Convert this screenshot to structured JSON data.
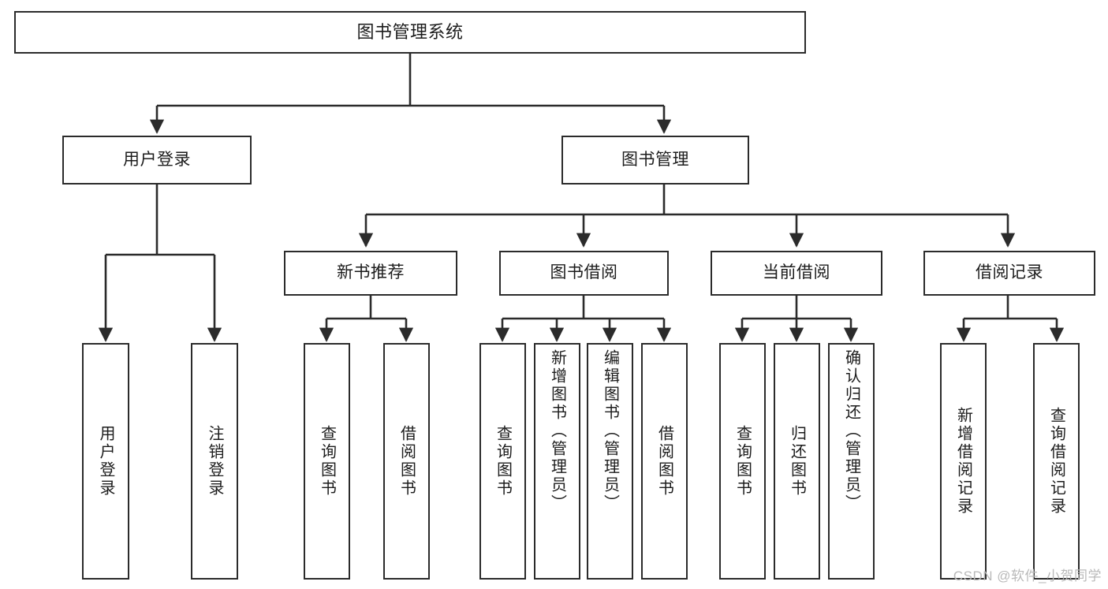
{
  "diagram": {
    "title": "图书管理系统",
    "type": "tree-hierarchy",
    "orientation": "top-down",
    "edge_color": "#2b2b2b",
    "box_border_color": "#2b2b2b",
    "box_fill_color": "#ffffff",
    "text_color": "#1c1c1c"
  },
  "nodes": {
    "root": {
      "label": "图书管理系统",
      "level": 0
    },
    "level1": [
      {
        "label": "用户登录",
        "level": 1
      },
      {
        "label": "图书管理",
        "level": 1
      }
    ],
    "level2": [
      {
        "label": "新书推荐",
        "level": 2
      },
      {
        "label": "图书借阅",
        "level": 2
      },
      {
        "label": "当前借阅",
        "level": 2
      },
      {
        "label": "借阅记录",
        "level": 2
      }
    ],
    "leaves": {
      "user_login": [
        {
          "label": "用户登录"
        },
        {
          "label": "注销登录"
        }
      ],
      "new_book_recommend": [
        {
          "label": "查询图书"
        },
        {
          "label": "借阅图书"
        }
      ],
      "book_borrow": [
        {
          "label": "查询图书"
        },
        {
          "label": "新增图书（管理员）"
        },
        {
          "label": "编辑图书（管理员）"
        },
        {
          "label": "借阅图书"
        }
      ],
      "current_borrow": [
        {
          "label": "查询图书"
        },
        {
          "label": "归还图书"
        },
        {
          "label": "确认归还（管理员）"
        }
      ],
      "borrow_record": [
        {
          "label": "新增借阅记录"
        },
        {
          "label": "查询借阅记录"
        }
      ]
    }
  },
  "watermark": {
    "text": "CSDN @软件_小贺同学"
  }
}
